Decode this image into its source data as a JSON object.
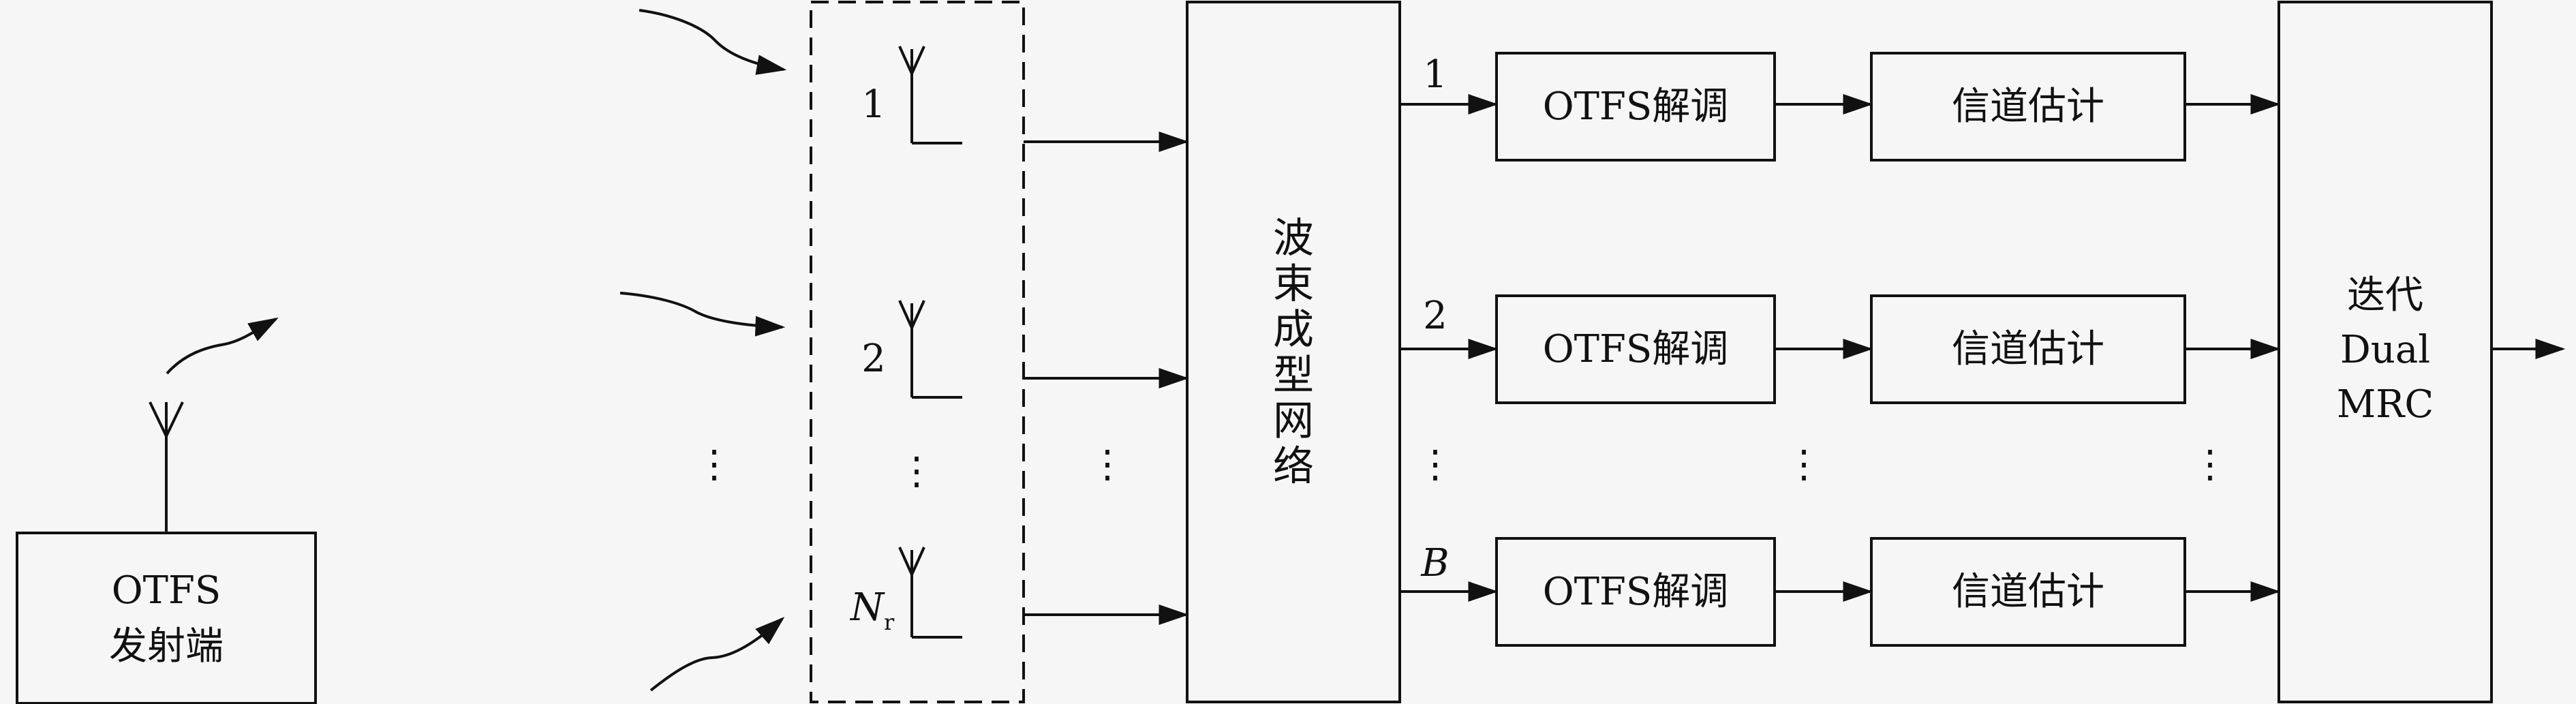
{
  "transmitter": {
    "line1": "OTFS",
    "line2": "发射端"
  },
  "antennas": {
    "label_1": "1",
    "label_2": "2",
    "label_nr": "N",
    "label_nr_sub": "r"
  },
  "beamforming": {
    "chars": [
      "波",
      "束",
      "成",
      "型",
      "网",
      "络"
    ]
  },
  "branch_labels": [
    "1",
    "2",
    "B"
  ],
  "demod_label": "OTFS解调",
  "chanest_label": "信道估计",
  "combiner": {
    "line1": "迭代",
    "line2": "Dual",
    "line3": "MRC"
  },
  "ellipsis": "⋮"
}
